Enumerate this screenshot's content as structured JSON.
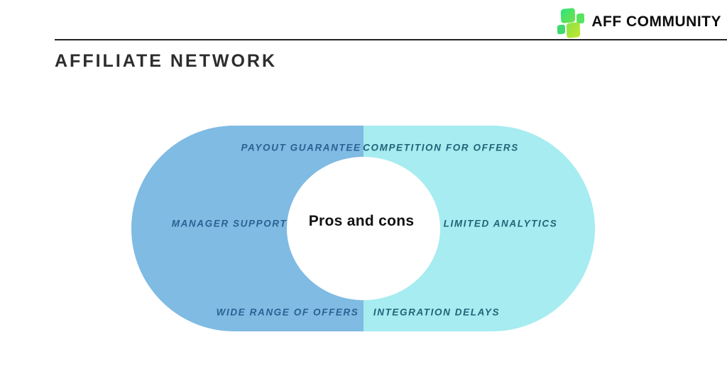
{
  "header": {
    "title": "AFFILIATE NETWORK"
  },
  "logo": {
    "text": "AFF COMMUNITY",
    "icon": "green-squares-icon"
  },
  "diagram": {
    "type": "pros-cons-venn",
    "center_label": "Pros and cons",
    "pros": {
      "side": "left",
      "color": "#7FBBE3",
      "text_color": "#2B6191",
      "items": [
        "PAYOUT GUARANTEE",
        "MANAGER SUPPORT",
        "WIDE RANGE OF OFFERS"
      ]
    },
    "cons": {
      "side": "right",
      "color": "#A6ECF0",
      "text_color": "#226379",
      "items": [
        "COMPETITION FOR OFFERS",
        "LIMITED ANALYTICS",
        "INTEGRATION DELAYS"
      ]
    }
  },
  "colors": {
    "background": "#FFFFFF",
    "rule": "#242424",
    "title": "#2D2D2D",
    "logo_green_start": "#2FE37E",
    "logo_green_end": "#C3E72E",
    "center_circle": "#FFFFFF"
  }
}
